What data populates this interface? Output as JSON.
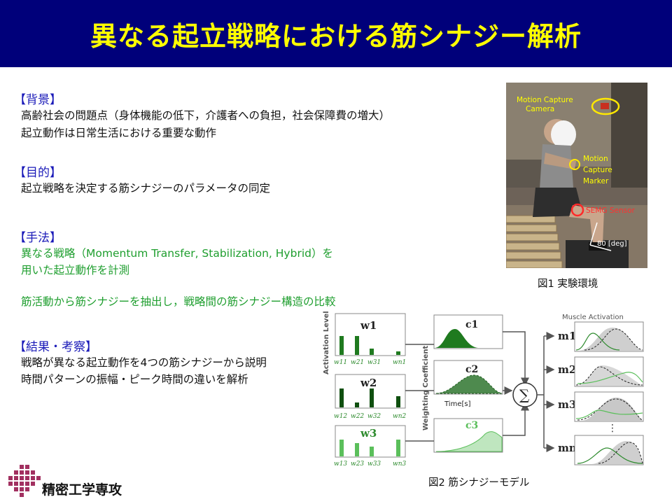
{
  "title": "異なる起立戦略における筋シナジー解析",
  "sections": {
    "background": {
      "heading": "【背景】",
      "lines": [
        "高齢社会の問題点（身体機能の低下，介護者への負担，社会保障費の増大）",
        "起立動作は日常生活における重要な動作"
      ]
    },
    "purpose": {
      "heading": "【目的】",
      "lines": [
        "起立戦略を決定する筋シナジーのパラメータの同定"
      ]
    },
    "method": {
      "heading": "【手法】",
      "lines": [
        "異なる戦略（Momentum Transfer, Stabilization, Hybrid）を",
        "用いた起立動作を計測",
        "筋活動から筋シナジーを抽出し，戦略間の筋シナジー構造の比較"
      ]
    },
    "results": {
      "heading": "【結果・考察】",
      "lines": [
        "戦略が異なる起立動作を4つの筋シナジーから説明",
        "時間パターンの振幅・ピーク時間の違いを解析"
      ]
    }
  },
  "figure1": {
    "caption": "図1 実験環境",
    "labels": {
      "camera": [
        "Motion Capture",
        "Camera"
      ],
      "marker": [
        "Motion",
        "Capture",
        "Marker"
      ],
      "sensor": "SEMG Sensor",
      "angle": "80 [deg]"
    }
  },
  "figure2": {
    "caption": "図2 筋シナジーモデル",
    "activation_level": "Activation Level",
    "weighting_coefficient": "Weighting Coefficient",
    "time_label": "Time[s]",
    "muscle_activation": "Muscle Activation",
    "sigma": "∑",
    "w_titles": [
      "w1",
      "w2",
      "w3"
    ],
    "c_titles": [
      "c1",
      "c2",
      "c3"
    ],
    "m_labels": [
      "m1",
      "m2",
      "m3",
      "mn"
    ],
    "w_sub_labels": [
      [
        "w11",
        "w21",
        "w31",
        "wn1"
      ],
      [
        "w12",
        "w22",
        "w32",
        "wn2"
      ],
      [
        "w13",
        "w23",
        "w33",
        "wn3"
      ]
    ],
    "dots": "⋮"
  },
  "logo": {
    "text": "精密工学専攻"
  },
  "colors": {
    "title_bg": "#00007a",
    "title_fg": "#ffff00",
    "heading": "#1a1ab8",
    "green": "#1e9e2e"
  }
}
